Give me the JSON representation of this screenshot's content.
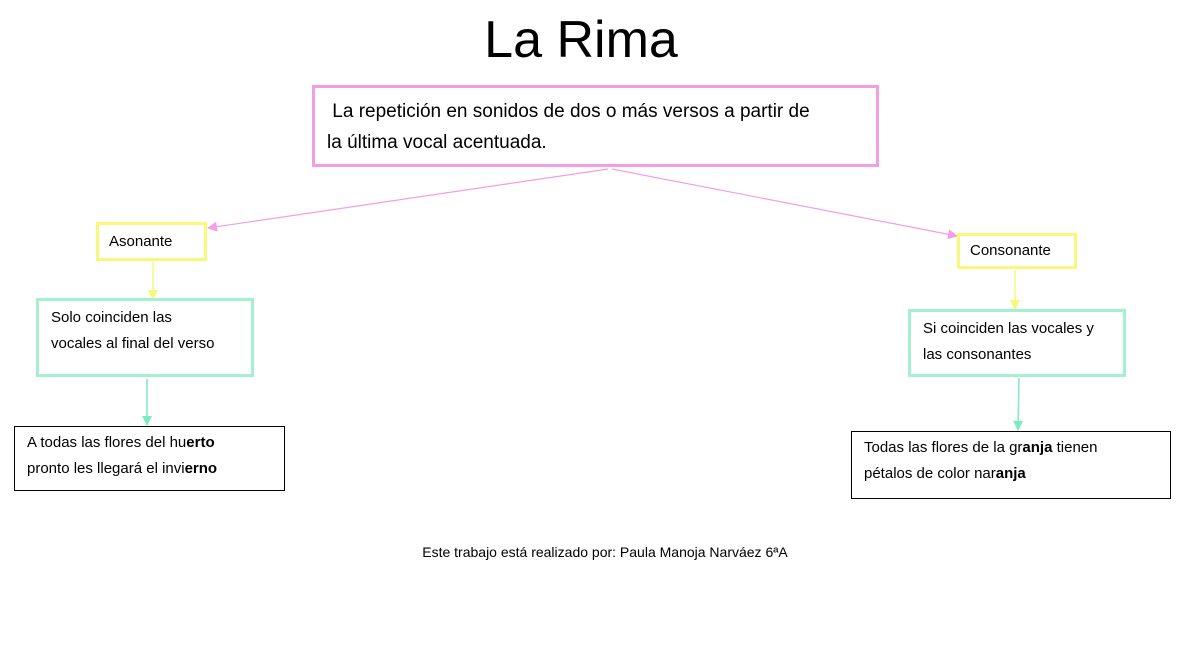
{
  "title": "La Rima",
  "definition": {
    "line1": " La repetición en sonidos de dos o más versos a partir de",
    "line2": "la última vocal acentuada."
  },
  "asonante": {
    "label": "Asonante",
    "description": {
      "line1": "Solo coinciden las",
      "line2": "vocales al final del verso"
    },
    "example": {
      "line1_pre": "A todas las flores del hu",
      "line1_bold": "erto",
      "line2_pre": "pronto les llegará el invi",
      "line2_bold": "erno"
    }
  },
  "consonante": {
    "label": "Consonante",
    "description": {
      "line1": "Si coinciden las vocales y",
      "line2": "las consonantes"
    },
    "example": {
      "line1_pre": "Todas las flores de la gr",
      "line1_bold": "anja",
      "line1_post": " tienen",
      "line2_pre": "pétalos de color nar",
      "line2_bold": "anja"
    }
  },
  "credit": "Este trabajo está realizado por: Paula Manoja Narváez 6ªA",
  "colors": {
    "definition_border": "#f29ee6",
    "type_border": "#fbf77a",
    "description_border": "#a5f0cf",
    "example_border": "#000000"
  }
}
